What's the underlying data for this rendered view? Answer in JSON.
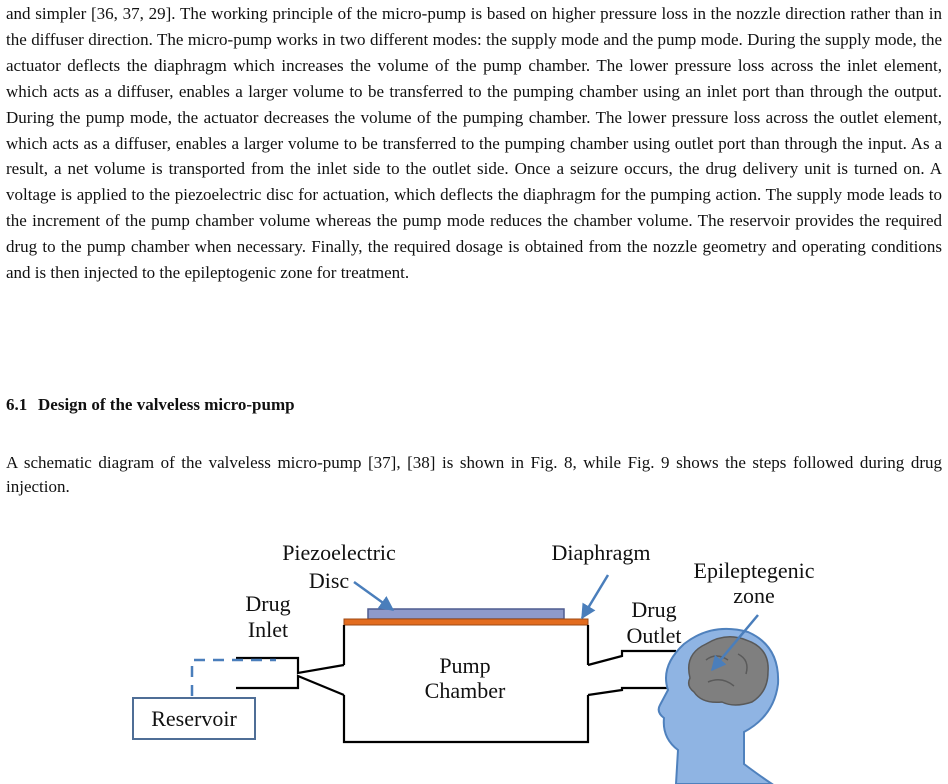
{
  "body": {
    "paragraph": "and simpler [36, 37, 29]. The working principle of the micro-pump is based on higher pressure loss in the nozzle direction rather than in the diffuser direction. The micro-pump works in two different modes: the supply mode and the pump mode. During the supply mode, the actuator deflects the diaphragm which increases the volume of the pump chamber. The lower pressure loss across the inlet element, which acts as a diffuser, enables a larger volume to be transferred to the pumping chamber using an inlet port than through the output. During the pump mode, the actuator decreases the volume of the pumping chamber. The lower pressure loss across the outlet element, which acts as a diffuser, enables a larger volume to be transferred to the pumping chamber using outlet port than through the input. As a result, a net volume is transported from the inlet side to the outlet side. Once a seizure occurs, the drug delivery unit is turned on. A voltage is applied to the piezoelectric disc for actuation, which deflects the diaphragm for the pumping action. The supply mode leads to the increment of the pump chamber volume whereas the pump mode reduces the chamber volume. The reservoir provides the required drug to the pump chamber when necessary. Finally, the required dosage is obtained from the nozzle geometry and operating conditions and is then injected to the epileptogenic zone for treatment."
  },
  "section": {
    "number": "6.1",
    "title": "Design of the valveless micro-pump"
  },
  "intro": {
    "paragraph": "A schematic diagram of the valveless micro-pump [37], [38] is shown in Fig. 8, while Fig. 9 shows the steps followed during drug injection."
  },
  "figure": {
    "labels": {
      "piezo_line1": "Piezoelectric",
      "piezo_line2": "Disc",
      "diaphragm": "Diaphragm",
      "epi_line1": "Epileptegenic",
      "epi_line2": "zone",
      "inlet_line1": "Drug",
      "inlet_line2": "Inlet",
      "outlet_line1": "Drug",
      "outlet_line2": "Outlet",
      "chamber_line1": "Pump",
      "chamber_line2": "Chamber",
      "reservoir": "Reservoir"
    },
    "colors": {
      "disc_fill": "#8E9ACB",
      "disc_stroke": "#4F5C8F",
      "diaphragm_fill": "#E36C1F",
      "arrow": "#4A7EBB",
      "reservoir_border": "#4F6E96",
      "dashed_line": "#4A7EBB",
      "head_fill": "#8FB4E3",
      "head_stroke": "#4F81BD",
      "brain_fill": "#7F7F7F",
      "outline": "#000000"
    }
  }
}
